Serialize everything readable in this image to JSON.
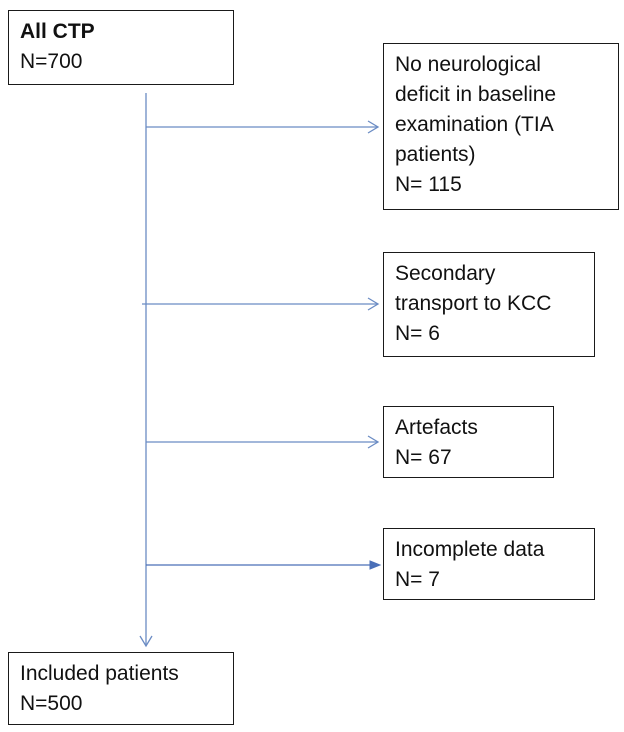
{
  "boxes": {
    "all": {
      "title": "All CTP",
      "count": "N=700"
    },
    "tia": {
      "lines": [
        "No neurological",
        "deficit in baseline",
        "examination (TIA",
        "patients)"
      ],
      "count": "N= 115"
    },
    "secondary": {
      "lines": [
        "Secondary",
        "transport to KCC"
      ],
      "count": "N= 6"
    },
    "artefacts": {
      "lines": [
        "Artefacts"
      ],
      "count": "N= 67"
    },
    "incomplete": {
      "lines": [
        "Incomplete data"
      ],
      "count": "N= 7"
    },
    "included": {
      "title": "Included patients",
      "count": "N=500"
    }
  },
  "colors": {
    "connector": "#6b8cc4",
    "box_border": "#1a1a1a"
  }
}
